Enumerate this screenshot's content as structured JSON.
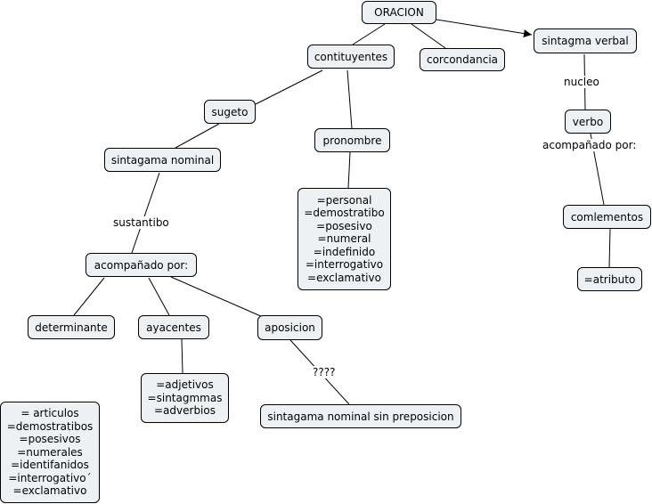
{
  "nodes": {
    "oracion": "ORACION",
    "constituyentes": "contituyentes",
    "corcondancia": "corcondancia",
    "sintagma_verbal": "sintagma verbal",
    "sugeto": "sugeto",
    "pronombre": "pronombre",
    "sintagma_nominal": "sintagama nominal",
    "acompanado": "acompañado por:",
    "determinante": "determinante",
    "ayacentes": "ayacentes",
    "aposicion": "aposicion",
    "sn_sin_preposicion": "sintagama nominal sin preposicion",
    "verbo": "verbo",
    "complementos": "comlementos",
    "atributo": "=atributo"
  },
  "lists": {
    "pronombre_tipos": [
      "=personal",
      "=demostratibo",
      "=posesivo",
      "=numeral",
      "=indefinido",
      "=interrogativo",
      "=exclamativo"
    ],
    "ayacentes_tipos": [
      "=adjetivos",
      "=sintagmmas",
      "=adverbios"
    ],
    "determinante_tipos": [
      "= articulos",
      "=demostratibos",
      "=posesivos",
      "=numerales",
      "=identifanidos",
      "=interrogativo´",
      "=exclamativo"
    ]
  },
  "link_labels": {
    "constituyentes_mark": "????",
    "sustantibo": "sustantibo",
    "aposicion_mark": "????",
    "nucleo": "nucleo",
    "verbo_acompanado": "acompañado por:"
  }
}
